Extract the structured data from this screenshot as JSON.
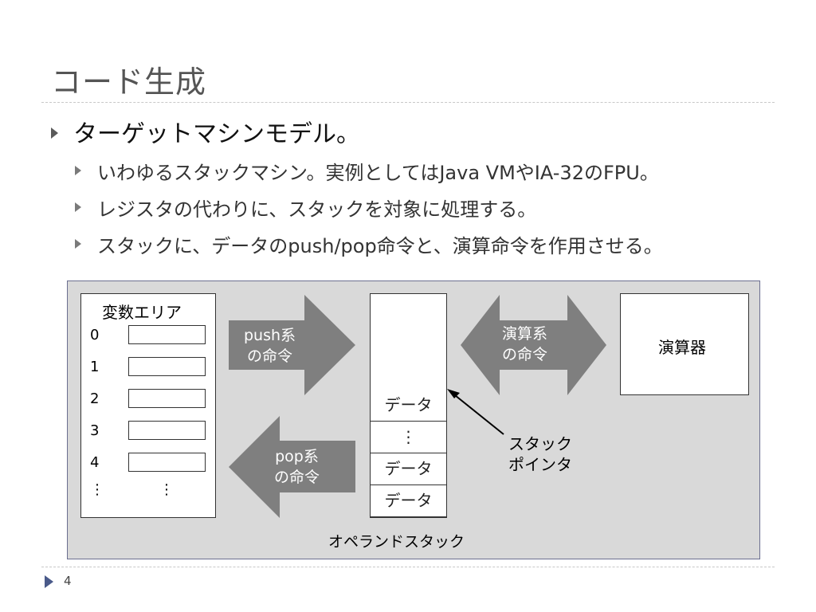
{
  "slide": {
    "title": "コード生成",
    "page_number": "4",
    "bullet_main": "ターゲットマシンモデル。",
    "bullets_sub": [
      "いわゆるスタックマシン。実例としてはJava VMやIA-32のFPU。",
      "レジスタの代わりに、スタックを対象に処理する。",
      "スタックに、データのpush/pop命令と、演算命令を作用させる。"
    ]
  },
  "diagram": {
    "var_area_title": "変数エリア",
    "var_indices": [
      "0",
      "1",
      "2",
      "3",
      "4",
      "⋮"
    ],
    "var_more": "⋮",
    "push_arrow": [
      "push系",
      "の命令"
    ],
    "pop_arrow": [
      "pop系",
      "の命令"
    ],
    "alu_arrow": [
      "演算系",
      "の命令"
    ],
    "alu_label": "演算器",
    "stack_cells": [
      "データ",
      "⋮",
      "データ",
      "データ"
    ],
    "stack_label": "オペランドスタック",
    "pointer_label": [
      "スタック",
      "ポインタ"
    ]
  }
}
